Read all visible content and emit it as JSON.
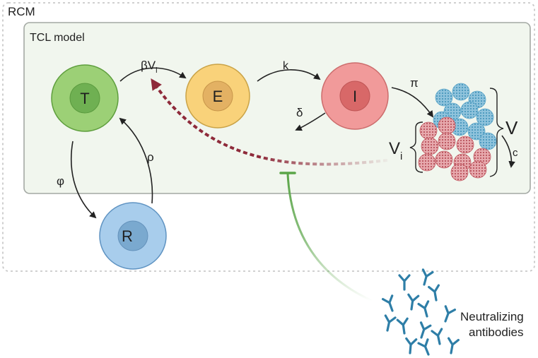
{
  "outer_box": {
    "label": "RCM"
  },
  "inner_box": {
    "label": "TCL model"
  },
  "cells": {
    "T": {
      "letter": "T",
      "fill": "#9cd076",
      "stroke": "#5e9e3d",
      "nucleus": "#6fb052"
    },
    "E": {
      "letter": "E",
      "fill": "#f9d27a",
      "stroke": "#caa347",
      "nucleus": "#e3b163"
    },
    "I": {
      "letter": "I",
      "fill": "#f19a9a",
      "stroke": "#cc6c6c",
      "nucleus": "#d86868"
    },
    "R": {
      "letter": "R",
      "fill": "#a8cdec",
      "stroke": "#5f93c2",
      "nucleus": "#7aa9cf"
    }
  },
  "rates": {
    "infection": {
      "base": "βV",
      "sub": "i"
    },
    "eclipse": "k",
    "death": "δ",
    "production": "π",
    "refractory": "φ",
    "reversion": "ρ",
    "clearance": "c"
  },
  "virus": {
    "total_label": "V",
    "infectious_label": {
      "base": "V",
      "sub": "i"
    },
    "noninfectious_color": "#5ea7c9",
    "infectious_color": "#c25a63"
  },
  "antibodies": {
    "line1": "Neutralizing",
    "line2": "antibodies",
    "color": "#2e7ea7"
  },
  "colors": {
    "inhibit": "#8e2a3a",
    "antibody_link": "#5aa548",
    "arrow": "#222222"
  }
}
